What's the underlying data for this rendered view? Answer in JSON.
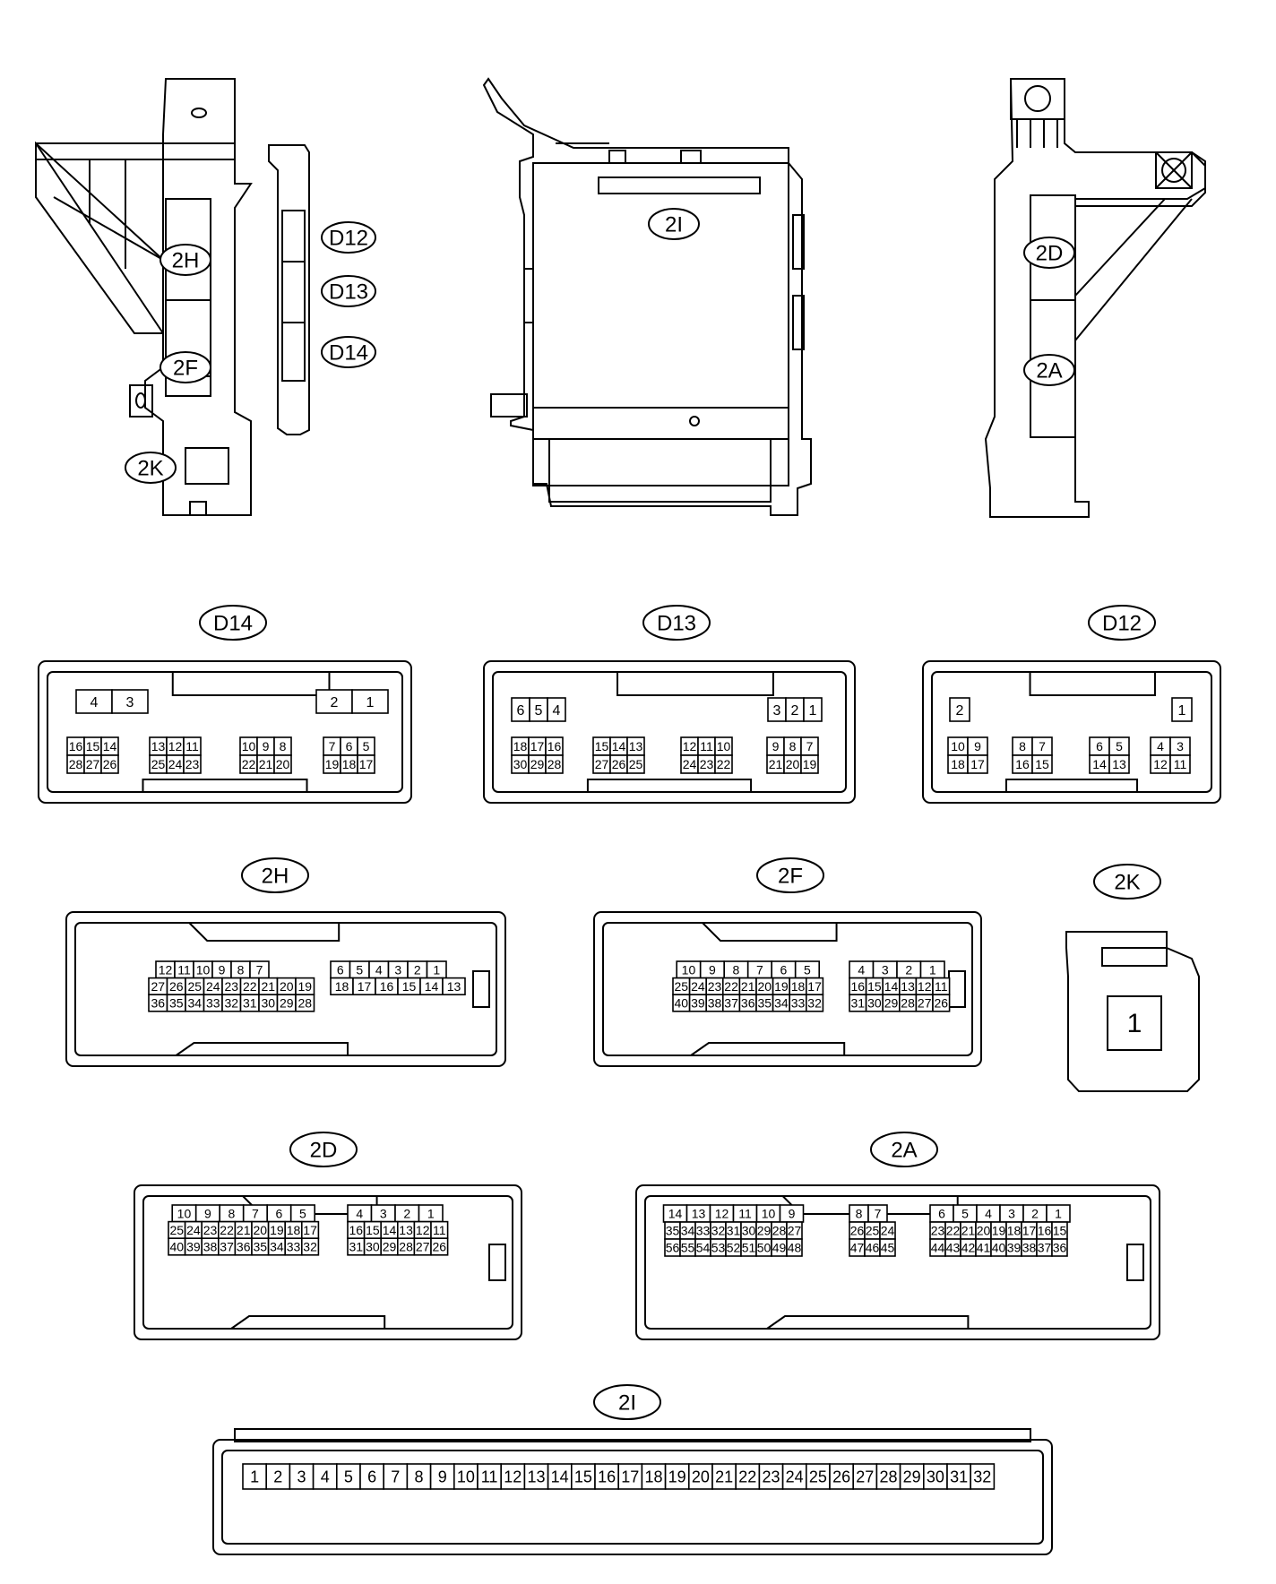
{
  "assembly": {
    "left_view": {
      "callouts": [
        "2H",
        "2F",
        "2K"
      ],
      "side_callouts": [
        "D12",
        "D13",
        "D14"
      ]
    },
    "center_view": {
      "callouts": [
        "2I"
      ]
    },
    "right_view": {
      "callouts": [
        "2D",
        "2A"
      ]
    }
  },
  "connectors": [
    {
      "id": "D14",
      "label": "D14",
      "groups": [
        {
          "rows": [
            [
              "4",
              "3"
            ]
          ]
        },
        {
          "rows": [
            [
              "2",
              "1"
            ]
          ]
        },
        {
          "rows": [
            [
              "16",
              "15",
              "14"
            ],
            [
              "28",
              "27",
              "26"
            ]
          ]
        },
        {
          "rows": [
            [
              "13",
              "12",
              "11"
            ],
            [
              "25",
              "24",
              "23"
            ]
          ]
        },
        {
          "rows": [
            [
              "10",
              "9",
              "8"
            ],
            [
              "22",
              "21",
              "20"
            ]
          ]
        },
        {
          "rows": [
            [
              "7",
              "6",
              "5"
            ],
            [
              "19",
              "18",
              "17"
            ]
          ]
        }
      ]
    },
    {
      "id": "D13",
      "label": "D13",
      "groups": [
        {
          "rows": [
            [
              "6",
              "5",
              "4"
            ]
          ]
        },
        {
          "rows": [
            [
              "3",
              "2",
              "1"
            ]
          ]
        },
        {
          "rows": [
            [
              "18",
              "17",
              "16"
            ],
            [
              "30",
              "29",
              "28"
            ]
          ]
        },
        {
          "rows": [
            [
              "15",
              "14",
              "13"
            ],
            [
              "27",
              "26",
              "25"
            ]
          ]
        },
        {
          "rows": [
            [
              "12",
              "11",
              "10"
            ],
            [
              "24",
              "23",
              "22"
            ]
          ]
        },
        {
          "rows": [
            [
              "9",
              "8",
              "7"
            ],
            [
              "21",
              "20",
              "19"
            ]
          ]
        }
      ]
    },
    {
      "id": "D12",
      "label": "D12",
      "groups": [
        {
          "rows": [
            [
              "2"
            ]
          ]
        },
        {
          "rows": [
            [
              "1"
            ]
          ]
        },
        {
          "rows": [
            [
              "10",
              "9"
            ],
            [
              "18",
              "17"
            ]
          ]
        },
        {
          "rows": [
            [
              "8",
              "7"
            ],
            [
              "16",
              "15"
            ]
          ]
        },
        {
          "rows": [
            [
              "6",
              "5"
            ],
            [
              "14",
              "13"
            ]
          ]
        },
        {
          "rows": [
            [
              "4",
              "3"
            ],
            [
              "12",
              "11"
            ]
          ]
        }
      ]
    },
    {
      "id": "2H",
      "label": "2H",
      "groups": [
        {
          "rows": [
            [
              "12",
              "11",
              "10",
              "9",
              "8",
              "7"
            ],
            [
              "27",
              "26",
              "25",
              "24",
              "23",
              "22",
              "21",
              "20",
              "19"
            ],
            [
              "36",
              "35",
              "34",
              "33",
              "32",
              "31",
              "30",
              "29",
              "28"
            ]
          ]
        },
        {
          "rows": [
            [
              "6",
              "5",
              "4",
              "3",
              "2",
              "1"
            ],
            [
              "18",
              "17",
              "16",
              "15",
              "14",
              "13"
            ]
          ]
        }
      ]
    },
    {
      "id": "2F",
      "label": "2F",
      "groups": [
        {
          "rows": [
            [
              "10",
              "9",
              "8",
              "7",
              "6",
              "5"
            ],
            [
              "25",
              "24",
              "23",
              "22",
              "21",
              "20",
              "19",
              "18",
              "17"
            ],
            [
              "40",
              "39",
              "38",
              "37",
              "36",
              "35",
              "34",
              "33",
              "32"
            ]
          ]
        },
        {
          "rows": [
            [
              "4",
              "3",
              "2",
              "1"
            ],
            [
              "16",
              "15",
              "14",
              "13",
              "12",
              "11"
            ],
            [
              "31",
              "30",
              "29",
              "28",
              "27",
              "26"
            ]
          ]
        }
      ]
    },
    {
      "id": "2K",
      "label": "2K",
      "groups": [
        {
          "rows": [
            [
              "1"
            ]
          ]
        }
      ]
    },
    {
      "id": "2D",
      "label": "2D",
      "groups": [
        {
          "rows": [
            [
              "10",
              "9",
              "8",
              "7",
              "6",
              "5"
            ],
            [
              "25",
              "24",
              "23",
              "22",
              "21",
              "20",
              "19",
              "18",
              "17"
            ],
            [
              "40",
              "39",
              "38",
              "37",
              "36",
              "35",
              "34",
              "33",
              "32"
            ]
          ]
        },
        {
          "rows": [
            [
              "4",
              "3",
              "2",
              "1"
            ],
            [
              "16",
              "15",
              "14",
              "13",
              "12",
              "11"
            ],
            [
              "31",
              "30",
              "29",
              "28",
              "27",
              "26"
            ]
          ]
        }
      ]
    },
    {
      "id": "2A",
      "label": "2A",
      "groups": [
        {
          "rows": [
            [
              "14",
              "13",
              "12",
              "11",
              "10",
              "9"
            ],
            [
              "35",
              "34",
              "33",
              "32",
              "31",
              "30",
              "29",
              "28",
              "27"
            ],
            [
              "56",
              "55",
              "54",
              "53",
              "52",
              "51",
              "50",
              "49",
              "48"
            ]
          ]
        },
        {
          "rows": [
            [
              "8",
              "7"
            ],
            [
              "26",
              "25",
              "24"
            ],
            [
              "47",
              "46",
              "45"
            ]
          ]
        },
        {
          "rows": [
            [
              "6",
              "5",
              "4",
              "3",
              "2",
              "1"
            ],
            [
              "23",
              "22",
              "21",
              "20",
              "19",
              "18",
              "17",
              "16",
              "15"
            ],
            [
              "44",
              "43",
              "42",
              "41",
              "40",
              "39",
              "38",
              "37",
              "36"
            ]
          ]
        }
      ]
    },
    {
      "id": "2I",
      "label": "2I",
      "groups": [
        {
          "rows": [
            [
              "1",
              "2",
              "3",
              "4",
              "5",
              "6",
              "7",
              "8",
              "9",
              "10",
              "11",
              "12",
              "13",
              "14",
              "15",
              "16",
              "17",
              "18",
              "19",
              "20",
              "21",
              "22",
              "23",
              "24",
              "25",
              "26",
              "27",
              "28",
              "29",
              "30",
              "31",
              "32"
            ]
          ]
        }
      ]
    }
  ]
}
